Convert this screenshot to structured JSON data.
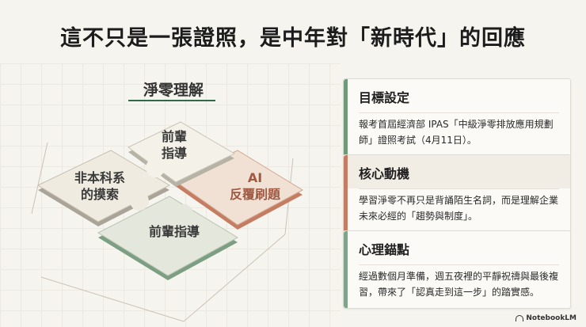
{
  "title": "這不只是一張證照，是中年對「新時代」的回應",
  "puzzle": {
    "title": "淨零理解",
    "pieces": {
      "top": "前輩\n指導",
      "left": "非本科系\n的摸索",
      "right": "AI\n反覆刷題",
      "bottom": "前輩指導"
    }
  },
  "cards": [
    {
      "heading": "目標設定",
      "body": "報考首屆經濟部 IPAS「中級淨零排放應用規劃師」證照考試（4月11日）。",
      "accent": "#6f9a7a"
    },
    {
      "heading": "核心動機",
      "body": "學習淨零不再只是背誦陌生名詞，而是理解企業未來必經的「趨勢與制度」。",
      "accent": "#c47d62"
    },
    {
      "heading": "心理錨點",
      "body": "經過數個月準備，週五夜裡的平靜祝禱與最後複習，帶來了「認真走到這一步」的踏實感。",
      "accent": "#7fa48a"
    }
  ],
  "brand": "NotebookLM",
  "colors": {
    "green": "#6f9a7a",
    "terracotta": "#c47d62",
    "cream": "#ece6d8"
  }
}
